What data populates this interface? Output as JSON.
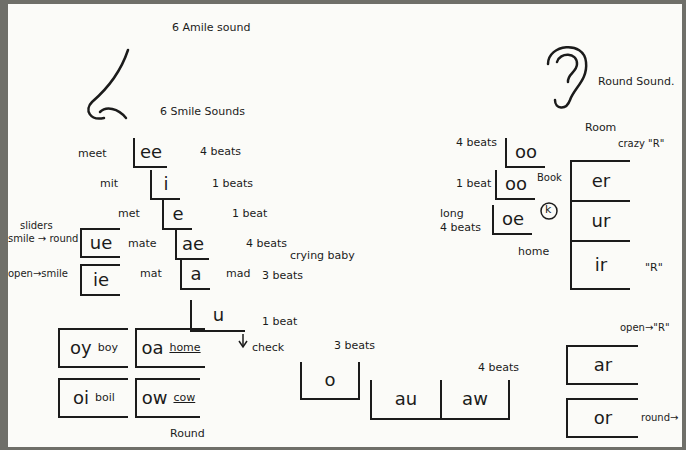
{
  "diagram": {
    "nodes": [
      {
        "text": [
          "ee"
        ]
      },
      {
        "text": [
          "i"
        ]
      },
      {
        "text": [
          "e"
        ]
      },
      {
        "text": [
          "ae"
        ]
      },
      {
        "text": [
          "a"
        ]
      },
      {
        "text": [
          "u"
        ]
      },
      {
        "text": [
          "ue"
        ]
      },
      {
        "text": [
          "ie"
        ]
      },
      {
        "text": [
          "oy",
          "boy"
        ]
      },
      {
        "text": [
          "oi",
          "boil"
        ]
      },
      {
        "text": [
          "oa",
          "home"
        ]
      },
      {
        "text": [
          "ow",
          "cow"
        ]
      },
      {
        "text": [
          "o"
        ]
      },
      {
        "text": [
          "au"
        ]
      },
      {
        "text": [
          "aw"
        ]
      },
      {
        "text": [
          "oo"
        ]
      },
      {
        "text": [
          "oo"
        ]
      },
      {
        "text": [
          "oe"
        ]
      },
      {
        "text": [
          "er"
        ]
      },
      {
        "text": [
          "ur"
        ]
      },
      {
        "text": [
          "ir"
        ]
      },
      {
        "text": [
          "ar"
        ]
      },
      {
        "text": [
          "or"
        ]
      }
    ],
    "labels": [
      "6 Amile sound",
      "6 Smile Sounds",
      "meet",
      "4 beats",
      "mit",
      "1 beats",
      "sliders",
      "smile → round",
      "met",
      "1 beat",
      "mate",
      "4 beats",
      "open→smile",
      "mat",
      "mad",
      "3 beats",
      "crying baby",
      "1 beat",
      "check",
      "Round",
      "3 beats",
      "4 beats",
      "Round Sound.",
      "4 beats",
      "Room",
      "crazy \"R\"",
      "1 beat",
      "Book",
      "long",
      "4 beats",
      "home",
      "k",
      "\"R\"",
      "open→\"R\"",
      "round→"
    ]
  }
}
